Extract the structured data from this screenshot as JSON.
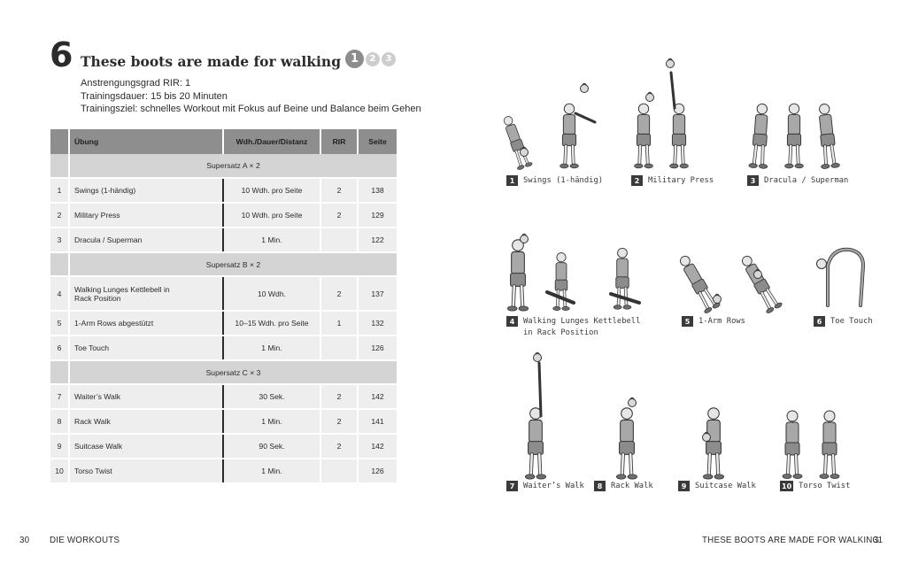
{
  "header": {
    "number": "6",
    "title": "These boots are made for walking",
    "levels": [
      "1",
      "2",
      "3"
    ],
    "meta": [
      "Anstrengungsgrad RIR: 1",
      "Trainingsdauer: 15 bis 20 Minuten",
      "Trainingsziel: schnelles Workout mit Fokus auf Beine und Balance beim Gehen"
    ]
  },
  "table": {
    "headers": {
      "name": "Übung",
      "wdh": "Wdh./Dauer/Distanz",
      "rir": "RIR",
      "seite": "Seite"
    },
    "supersets": {
      "a": "Supersatz A × 2",
      "b": "Supersatz B × 2",
      "c": "Supersatz C × 3"
    },
    "rows": [
      {
        "num": "1",
        "name": "Swings (1-händig)",
        "wdh": "10 Wdh. pro Seite",
        "rir": "2",
        "seite": "138"
      },
      {
        "num": "2",
        "name": "Military Press",
        "wdh": "10 Wdh. pro Seite",
        "rir": "2",
        "seite": "129"
      },
      {
        "num": "3",
        "name": "Dracula / Superman",
        "wdh": "1 Min.",
        "rir": "",
        "seite": "122"
      },
      {
        "num": "4",
        "name": "Walking Lunges Kettlebell in Rack Position",
        "wdh": "10 Wdh.",
        "rir": "2",
        "seite": "137"
      },
      {
        "num": "5",
        "name": "1-Arm Rows abgestützt",
        "wdh": "10–15 Wdh. pro Seite",
        "rir": "1",
        "seite": "132"
      },
      {
        "num": "6",
        "name": "Toe Touch",
        "wdh": "1 Min.",
        "rir": "",
        "seite": "126"
      },
      {
        "num": "7",
        "name": "Waiter’s Walk",
        "wdh": "30 Sek.",
        "rir": "2",
        "seite": "142"
      },
      {
        "num": "8",
        "name": "Rack Walk",
        "wdh": "1 Min.",
        "rir": "2",
        "seite": "141"
      },
      {
        "num": "9",
        "name": "Suitcase Walk",
        "wdh": "90 Sek.",
        "rir": "2",
        "seite": "142"
      },
      {
        "num": "10",
        "name": "Torso Twist",
        "wdh": "1 Min.",
        "rir": "",
        "seite": "126"
      }
    ]
  },
  "exercises": [
    {
      "num": "1",
      "label": "Swings (1-händig)",
      "icon": "kettlebell-swing-figure"
    },
    {
      "num": "2",
      "label": "Military Press",
      "icon": "overhead-press-figure"
    },
    {
      "num": "3",
      "label": "Dracula / Superman",
      "icon": "standing-back-extension-figure"
    },
    {
      "num": "4",
      "label": "Walking Lunges Kettlebell",
      "label2": "in Rack Position",
      "icon": "walking-lunge-figure"
    },
    {
      "num": "5",
      "label": "1-Arm Rows",
      "icon": "one-arm-row-figure"
    },
    {
      "num": "6",
      "label": "Toe Touch",
      "icon": "toe-touch-figure"
    },
    {
      "num": "7",
      "label": "Waiter’s Walk",
      "icon": "waiters-walk-figure"
    },
    {
      "num": "8",
      "label": "Rack Walk",
      "icon": "rack-walk-figure"
    },
    {
      "num": "9",
      "label": "Suitcase Walk",
      "icon": "suitcase-walk-figure"
    },
    {
      "num": "10",
      "label": "Torso Twist",
      "icon": "torso-twist-figure"
    }
  ],
  "footer": {
    "left_page": "30",
    "left_section": "DIE WORKOUTS",
    "right_section": "THESE BOOTS ARE MADE FOR WALKING",
    "right_page": "31"
  },
  "colors": {
    "header_row": "#8e8e8e",
    "superset_row": "#d4d4d4",
    "body_row": "#eeeeee",
    "text": "#2b2b2b",
    "figure_fill": "#a8a8a8"
  }
}
